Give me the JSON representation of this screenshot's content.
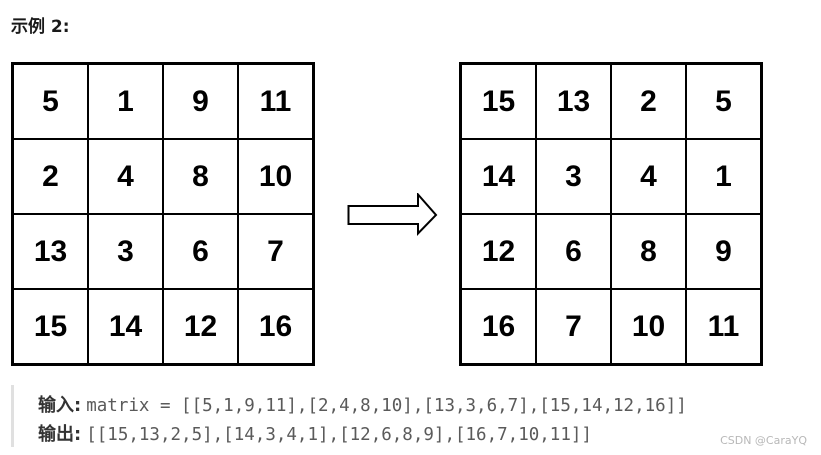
{
  "example_title": "示例 2:",
  "input_matrix": [
    [
      "5",
      "1",
      "9",
      "11"
    ],
    [
      "2",
      "4",
      "8",
      "10"
    ],
    [
      "13",
      "3",
      "6",
      "7"
    ],
    [
      "15",
      "14",
      "12",
      "16"
    ]
  ],
  "output_matrix": [
    [
      "15",
      "13",
      "2",
      "5"
    ],
    [
      "14",
      "3",
      "4",
      "1"
    ],
    [
      "12",
      "6",
      "8",
      "9"
    ],
    [
      "16",
      "7",
      "10",
      "11"
    ]
  ],
  "io": {
    "input_label": "输入:",
    "input_value": "matrix = [[5,1,9,11],[2,4,8,10],[13,3,6,7],[15,14,12,16]]",
    "output_label": "输出:",
    "output_value": "[[15,13,2,5],[14,3,4,1],[12,6,8,9],[16,7,10,11]]"
  },
  "watermark": "CSDN @CaraYQ"
}
